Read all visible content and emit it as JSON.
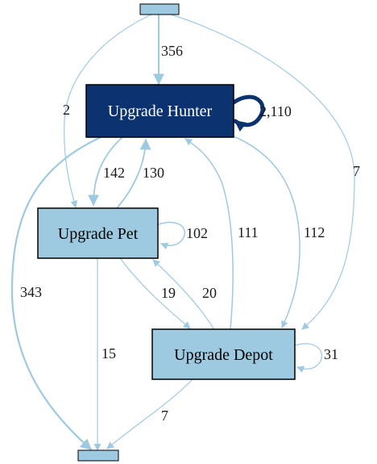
{
  "colors": {
    "dark_node": "#0c3370",
    "light_node": "#9ecae1",
    "edge_light": "#9ecae1",
    "edge_dark": "#0c3370",
    "node_border": "#000000",
    "dark_text": "#ffffff",
    "light_text": "#000000"
  },
  "nodes": {
    "start": {
      "label": ""
    },
    "hunter": {
      "label": "Upgrade Hunter"
    },
    "pet": {
      "label": "Upgrade Pet"
    },
    "depot": {
      "label": "Upgrade Depot"
    },
    "end": {
      "label": ""
    }
  },
  "edges": {
    "start_hunter": "356",
    "start_pet": "2",
    "start_depot": "7",
    "hunter_self": "2,110",
    "hunter_pet": "142",
    "pet_hunter": "130",
    "hunter_depot": "112",
    "depot_hunter": "111",
    "hunter_end": "343",
    "pet_self": "102",
    "pet_depot": "19",
    "depot_pet": "20",
    "pet_end": "15",
    "depot_self": "31",
    "depot_end": "7"
  }
}
